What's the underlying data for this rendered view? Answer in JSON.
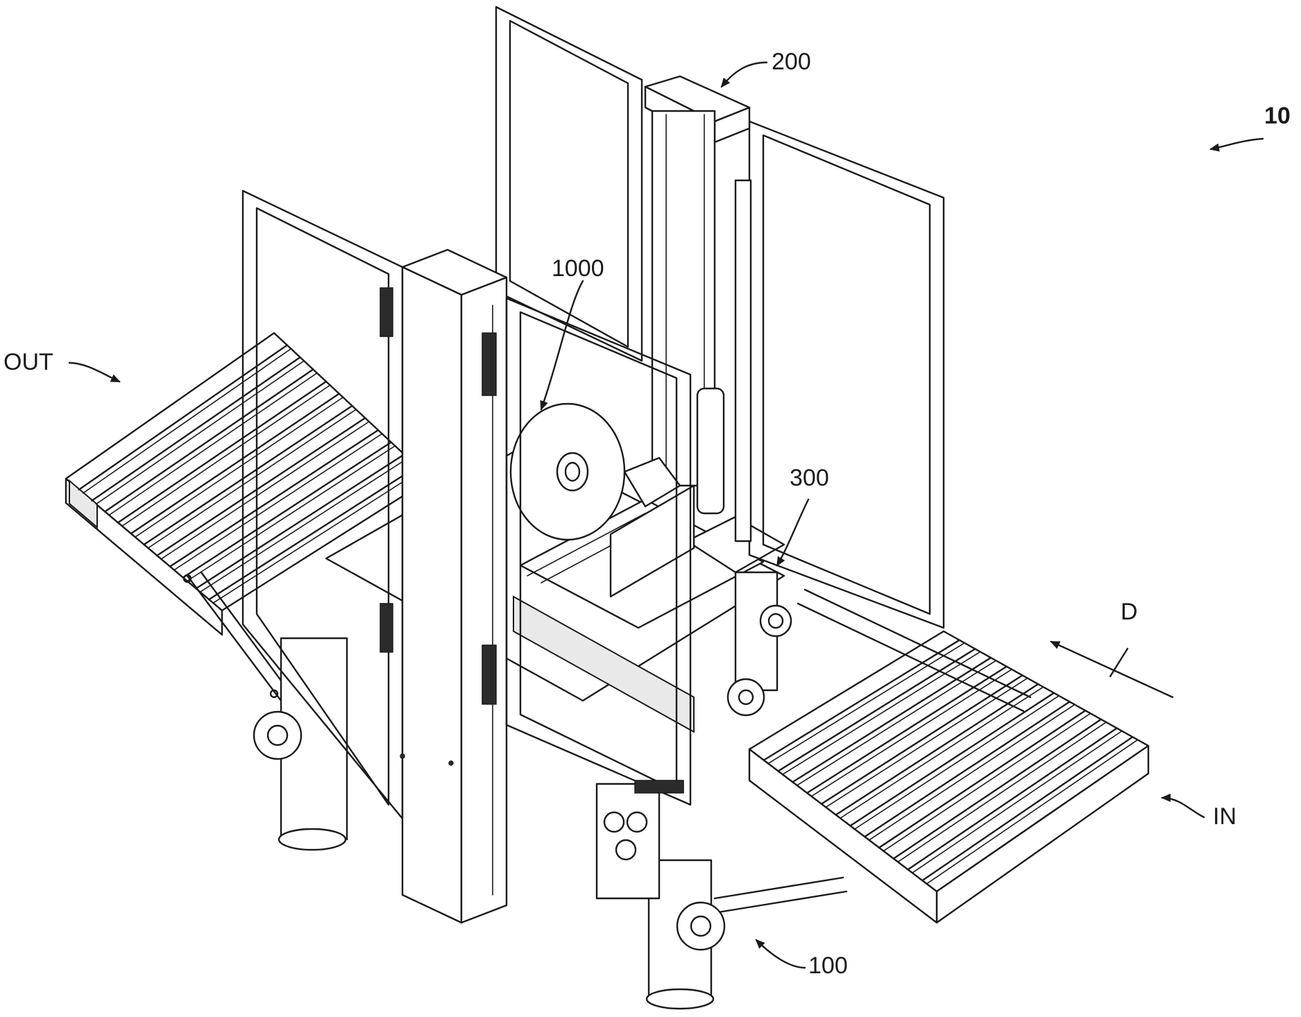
{
  "figure": {
    "reference_numeral": "10",
    "labels": {
      "top_drive": "200",
      "tape_head": "1000",
      "lower_drive": "300",
      "frame": "100",
      "outfeed": "OUT",
      "infeed": "IN",
      "direction": "D"
    }
  }
}
